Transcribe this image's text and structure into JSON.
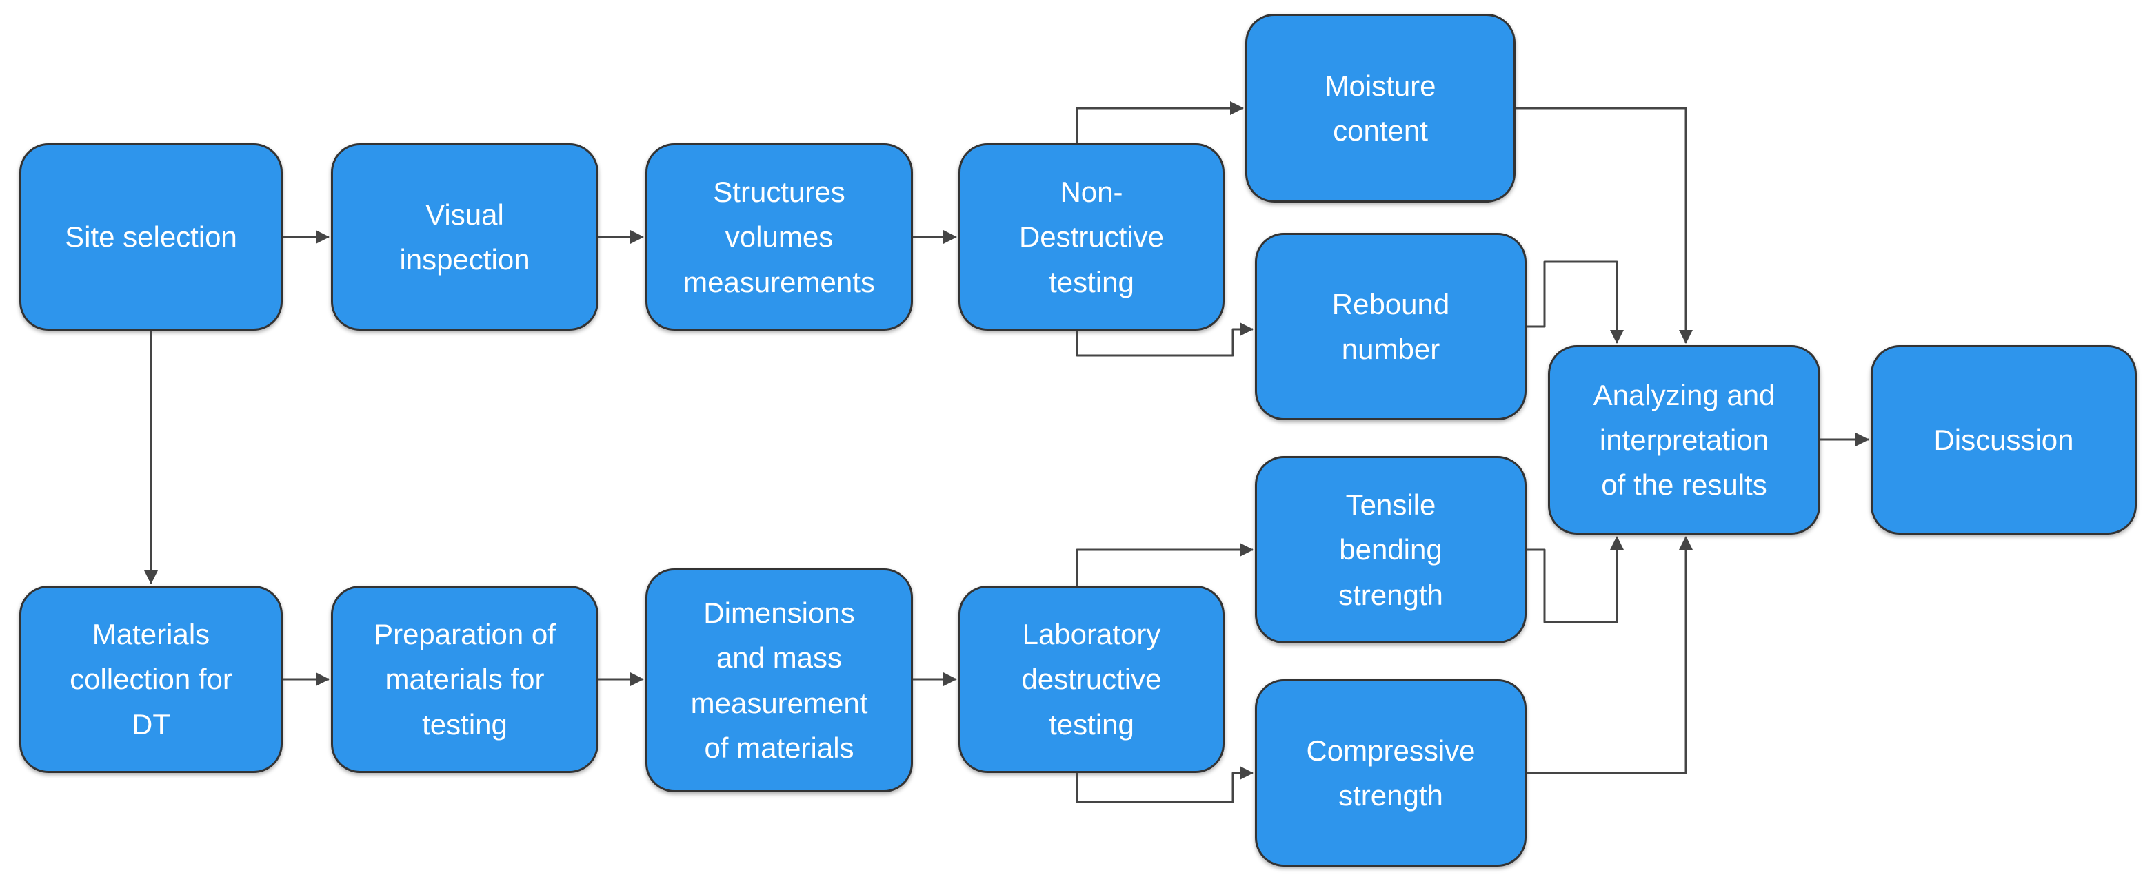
{
  "diagram": {
    "type": "flowchart",
    "nodes": [
      {
        "id": "site-selection",
        "label": "Site selection"
      },
      {
        "id": "visual-inspection",
        "label": "Visual\ninspection"
      },
      {
        "id": "structures-volumes-measurements",
        "label": "Structures\nvolumes\nmeasurements"
      },
      {
        "id": "non-destructive-testing",
        "label": "Non-\nDestructive\ntesting"
      },
      {
        "id": "moisture-content",
        "label": "Moisture\ncontent"
      },
      {
        "id": "rebound-number",
        "label": "Rebound\nnumber"
      },
      {
        "id": "tensile-bending-strength",
        "label": "Tensile\nbending\nstrength"
      },
      {
        "id": "compressive-strength",
        "label": "Compressive\nstrength"
      },
      {
        "id": "analyzing-interpretation",
        "label": "Analyzing and\ninterpretation\nof the results"
      },
      {
        "id": "discussion",
        "label": "Discussion"
      },
      {
        "id": "materials-collection-dt",
        "label": "Materials\ncollection for\nDT"
      },
      {
        "id": "preparation-of-materials",
        "label": "Preparation of\nmaterials for\ntesting"
      },
      {
        "id": "dimensions-mass-measurement",
        "label": "Dimensions\nand mass\nmeasurement\nof materials"
      },
      {
        "id": "laboratory-destructive-testing",
        "label": "Laboratory\ndestructive\ntesting"
      }
    ],
    "edges": [
      {
        "from": "site-selection",
        "to": "visual-inspection"
      },
      {
        "from": "visual-inspection",
        "to": "structures-volumes-measurements"
      },
      {
        "from": "structures-volumes-measurements",
        "to": "non-destructive-testing"
      },
      {
        "from": "non-destructive-testing",
        "to": "moisture-content"
      },
      {
        "from": "non-destructive-testing",
        "to": "rebound-number"
      },
      {
        "from": "site-selection",
        "to": "materials-collection-dt"
      },
      {
        "from": "materials-collection-dt",
        "to": "preparation-of-materials"
      },
      {
        "from": "preparation-of-materials",
        "to": "dimensions-mass-measurement"
      },
      {
        "from": "dimensions-mass-measurement",
        "to": "laboratory-destructive-testing"
      },
      {
        "from": "laboratory-destructive-testing",
        "to": "tensile-bending-strength"
      },
      {
        "from": "laboratory-destructive-testing",
        "to": "compressive-strength"
      },
      {
        "from": "moisture-content",
        "to": "analyzing-interpretation"
      },
      {
        "from": "rebound-number",
        "to": "analyzing-interpretation"
      },
      {
        "from": "tensile-bending-strength",
        "to": "analyzing-interpretation"
      },
      {
        "from": "compressive-strength",
        "to": "analyzing-interpretation"
      },
      {
        "from": "analyzing-interpretation",
        "to": "discussion"
      }
    ]
  },
  "colors": {
    "node_fill": "#2e95ec",
    "node_border": "#333333",
    "connector": "#454545",
    "text_color": "#ffffff",
    "background": "#ffffff"
  }
}
